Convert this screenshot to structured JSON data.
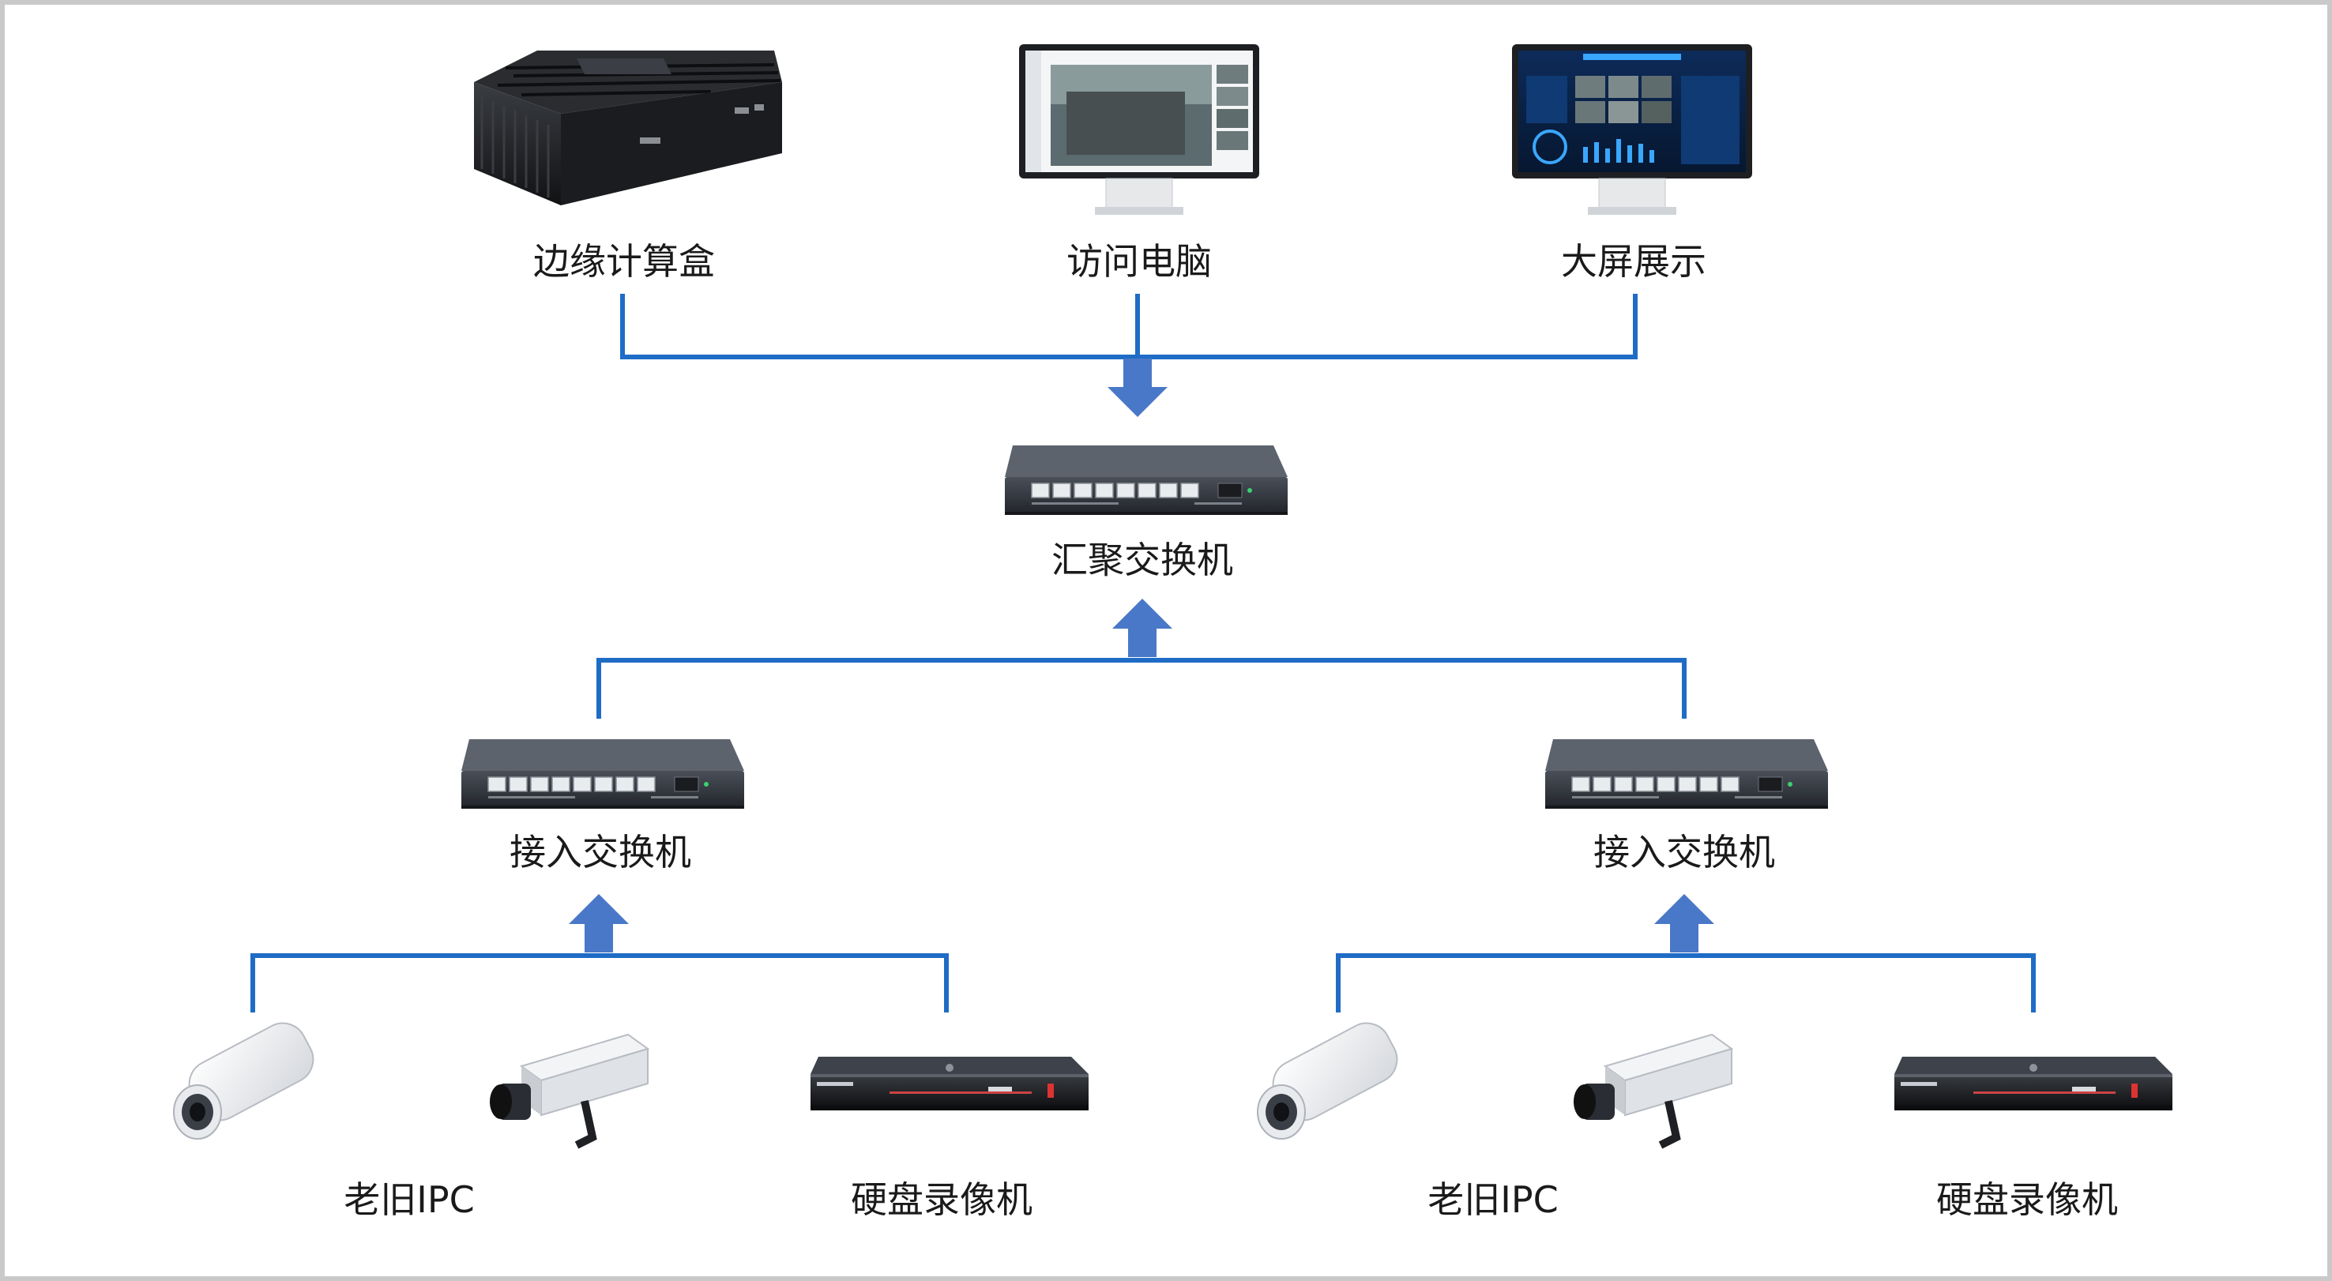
{
  "colors": {
    "connector": "#1f6cc6",
    "arrow": "#4a78c8",
    "device_dark": "#2b2f36",
    "frame": "#c9c9c9"
  },
  "top": {
    "edge_box": {
      "label": "边缘计算盒",
      "icon": "edge-computing-box-icon"
    },
    "access_pc": {
      "label": "访问电脑",
      "icon": "monitor-icon"
    },
    "big_screen": {
      "label": "大屏展示",
      "icon": "dashboard-monitor-icon"
    }
  },
  "core": {
    "label": "汇聚交换机",
    "icon": "network-switch-icon"
  },
  "access": [
    {
      "label": "接入交换机",
      "icon": "network-switch-icon"
    },
    {
      "label": "接入交换机",
      "icon": "network-switch-icon"
    }
  ],
  "endpoints": [
    {
      "ipc_label": "老旧IPC",
      "nvr_label": "硬盘录像机"
    },
    {
      "ipc_label": "老旧IPC",
      "nvr_label": "硬盘录像机"
    }
  ]
}
